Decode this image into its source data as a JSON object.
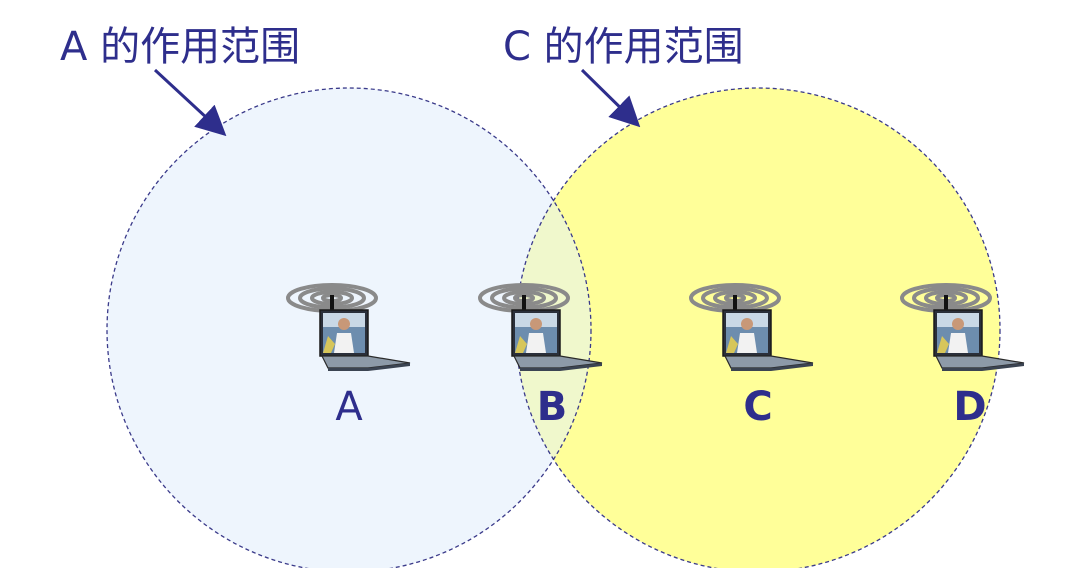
{
  "labels": {
    "range_a": "A 的作用范围",
    "range_c": "C 的作用范围"
  },
  "nodes": [
    {
      "id": "A",
      "label": "A",
      "bold": false
    },
    {
      "id": "B",
      "label": "B",
      "bold": true
    },
    {
      "id": "C",
      "label": "C",
      "bold": true
    },
    {
      "id": "D",
      "label": "D",
      "bold": true
    }
  ],
  "colors": {
    "text": "#2e2e8c",
    "circle_a_fill": "#eef5fd",
    "circle_c_fill": "#ffff99",
    "overlap_fill": "#f0f8cc",
    "circle_stroke": "#3a3a8a"
  }
}
